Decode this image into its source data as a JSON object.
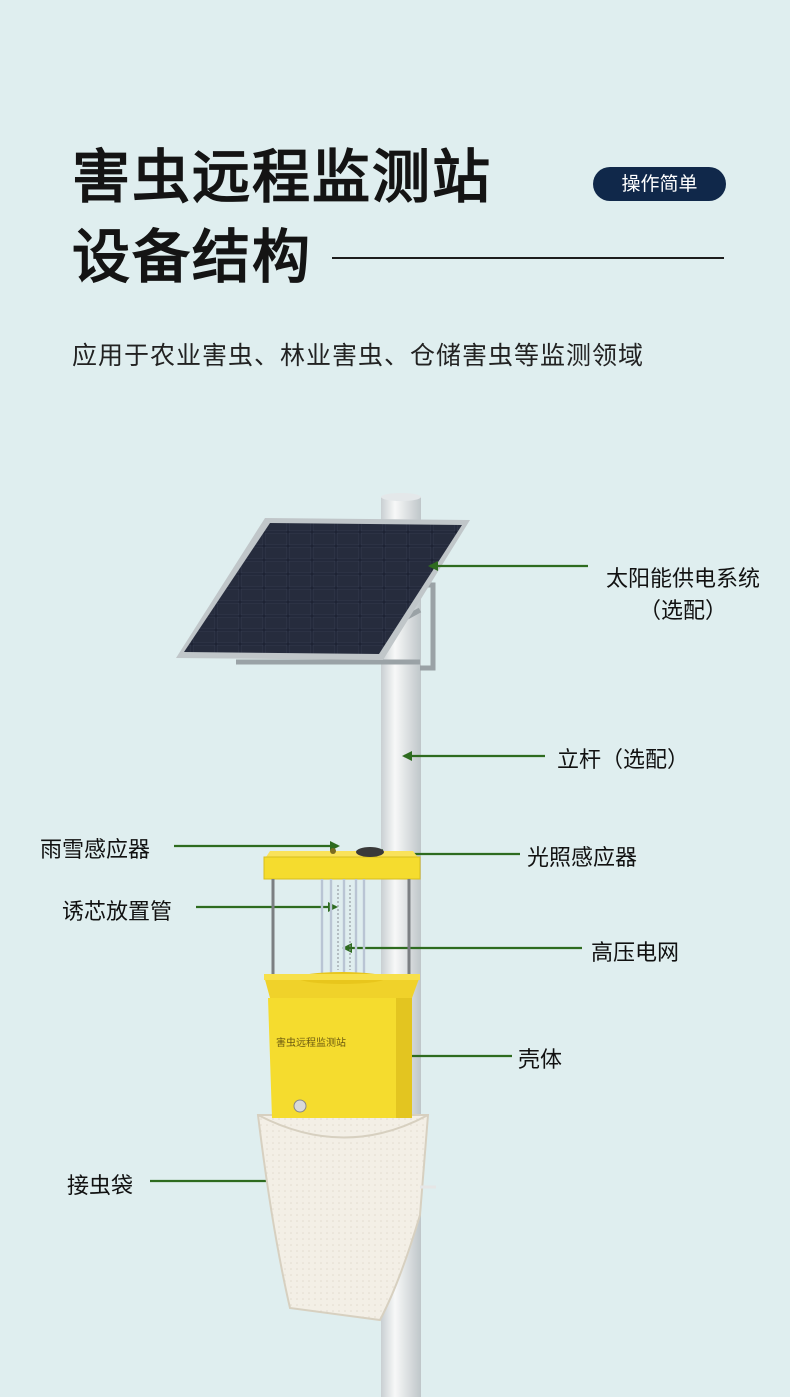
{
  "header": {
    "title_line1": "害虫远程监测站",
    "title_line2": "设备结构",
    "badge": "操作简单",
    "subtitle": "应用于农业害虫、林业害虫、仓储害虫等监测领域"
  },
  "device": {
    "box_engraving": "害虫远程监测站"
  },
  "labels": {
    "solar": "太阳能供电系统",
    "solar_note": "（选配）",
    "pole": "立杆（选配）",
    "rain_sensor": "雨雪感应器",
    "light_sensor": "光照感应器",
    "lure_tube": "诱芯放置管",
    "grid": "高压电网",
    "shell": "壳体",
    "bag": "接虫袋"
  },
  "colors": {
    "background": "#dfeeef",
    "badge": "#10284a",
    "pointer": "#2e6b1f",
    "device_yellow": "#f5dc2e",
    "solar_panel": "#1b2030"
  }
}
